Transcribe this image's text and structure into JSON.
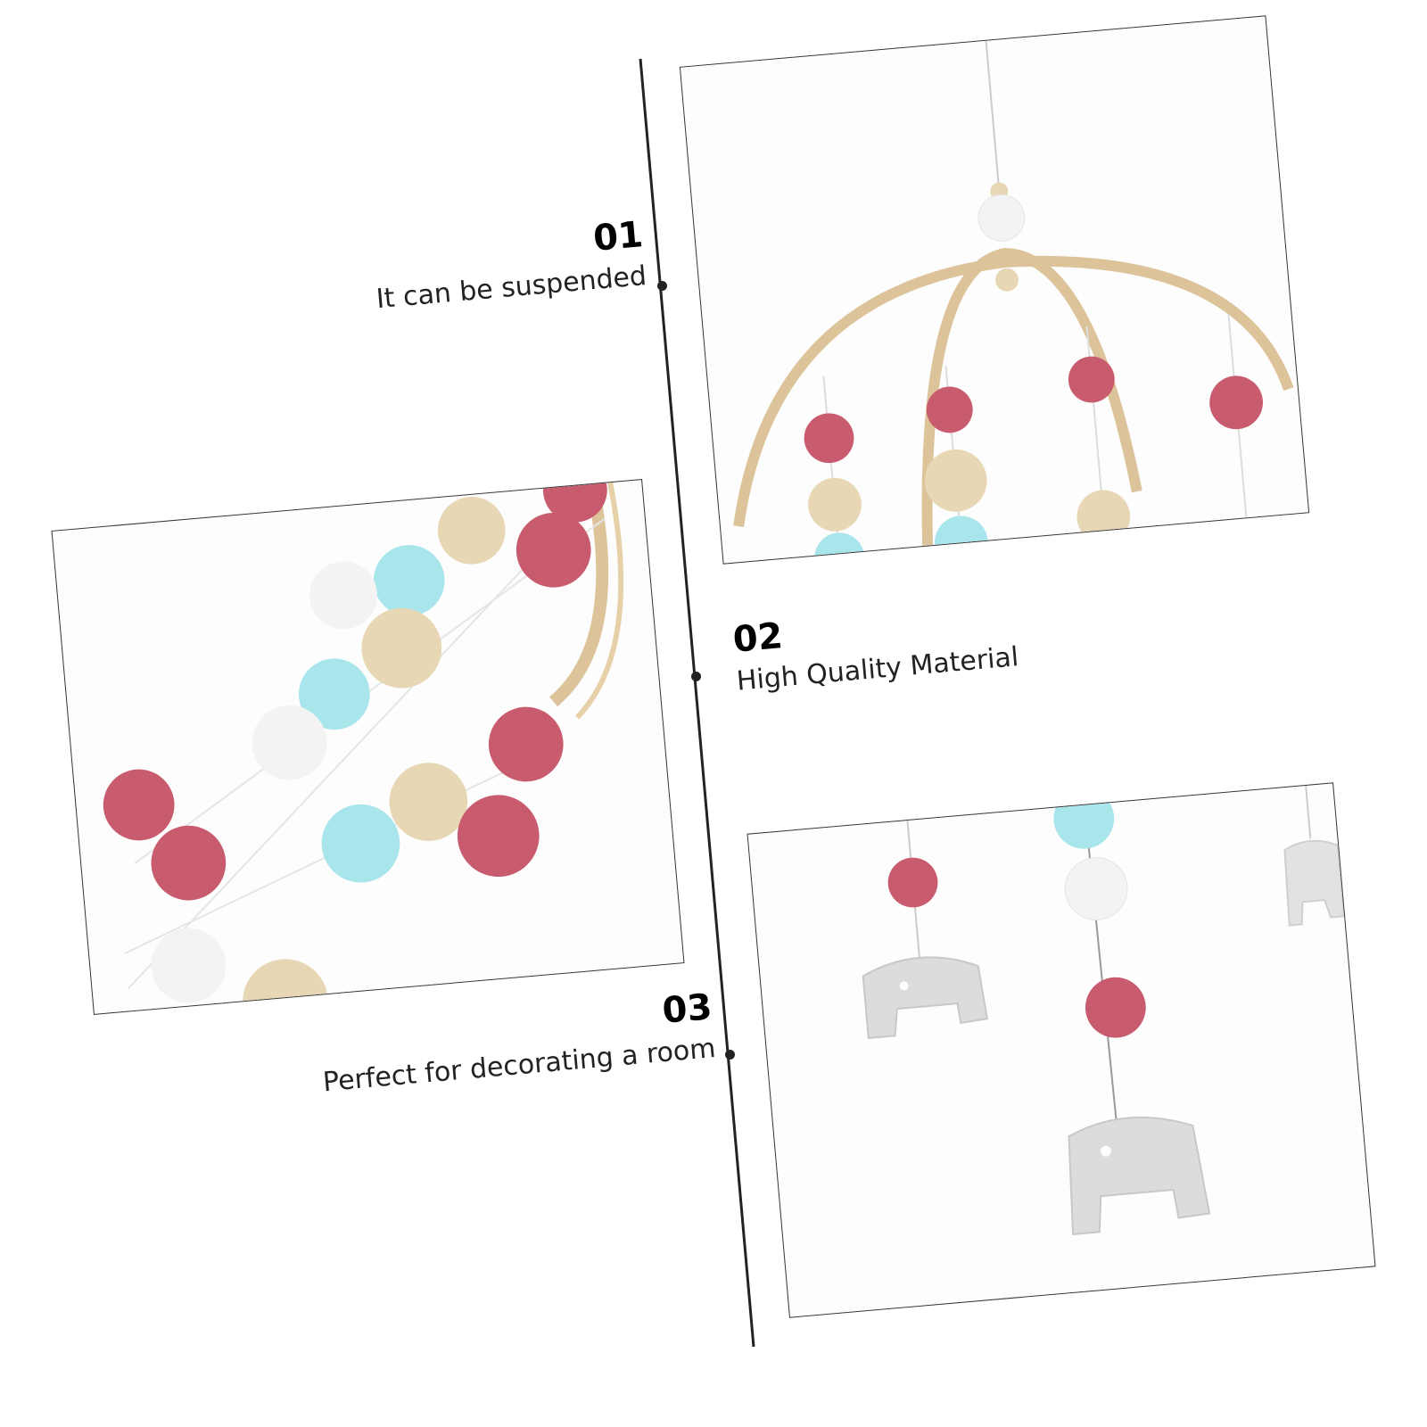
{
  "features": [
    {
      "number": "01",
      "text": "It can be suspended"
    },
    {
      "number": "02",
      "text": "High Quality Material"
    },
    {
      "number": "03",
      "text": "Perfect for decorating a room"
    }
  ],
  "photos": [
    {
      "subject": "wooden-mobile-hanging-frame"
    },
    {
      "subject": "felt-ball-garland-closeup"
    },
    {
      "subject": "elephant-pendants"
    }
  ],
  "colors": {
    "felt_pink": "#c85b6d",
    "felt_mint": "#a8e6ec",
    "felt_white": "#f3f3f3",
    "wood_bead": "#e8d7b4",
    "wood_ring": "#dcc39a",
    "elephant_grey": "#dcdcdc",
    "line": "#222222"
  }
}
